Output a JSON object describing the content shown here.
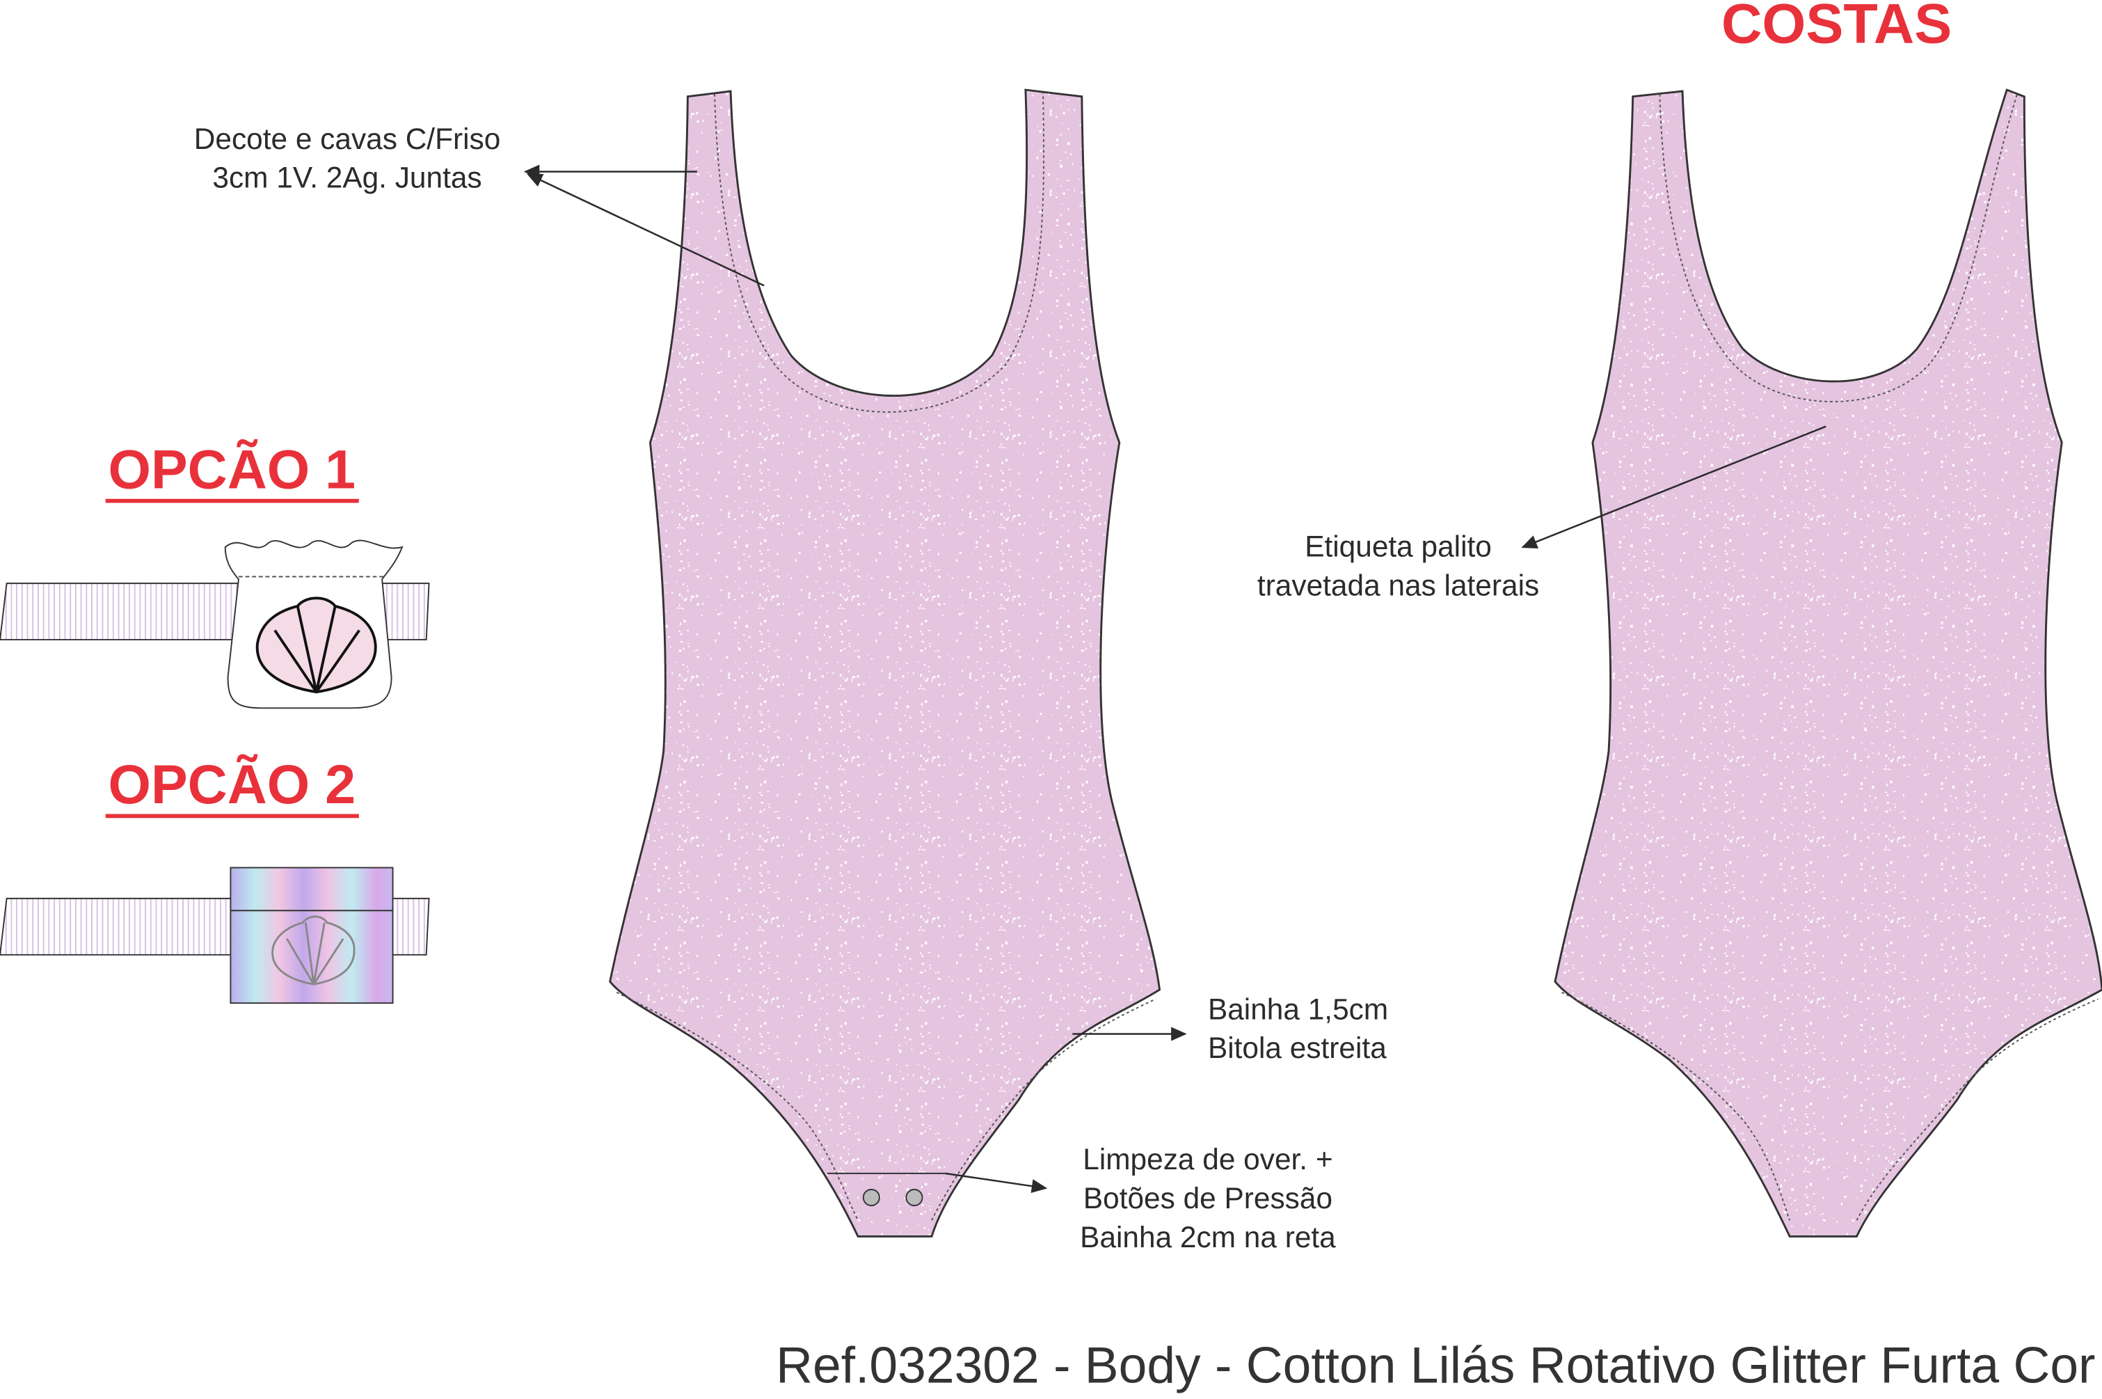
{
  "title_back": "COSTAS",
  "options": [
    {
      "label": "OPCÃO 1"
    },
    {
      "label": "OPCÃO 2"
    }
  ],
  "notes": {
    "neckline": [
      "Decote e cavas C/Friso",
      "3cm 1V. 2Ag. Juntas"
    ],
    "label": [
      "Etiqueta palito",
      "travetada nas laterais"
    ],
    "hem": [
      "Bainha 1,5cm",
      "Bitola estreita"
    ],
    "crotch": [
      "Limpeza de over. +",
      "Botões de Pressão",
      "Bainha 2cm na reta"
    ]
  },
  "reference": "Ref.032302 - Body - Cotton Lilás Rotativo Glitter Furta Cor",
  "colors": {
    "fabric": "#e5c4e0",
    "accent": "#e8313a",
    "outline": "#333333"
  }
}
